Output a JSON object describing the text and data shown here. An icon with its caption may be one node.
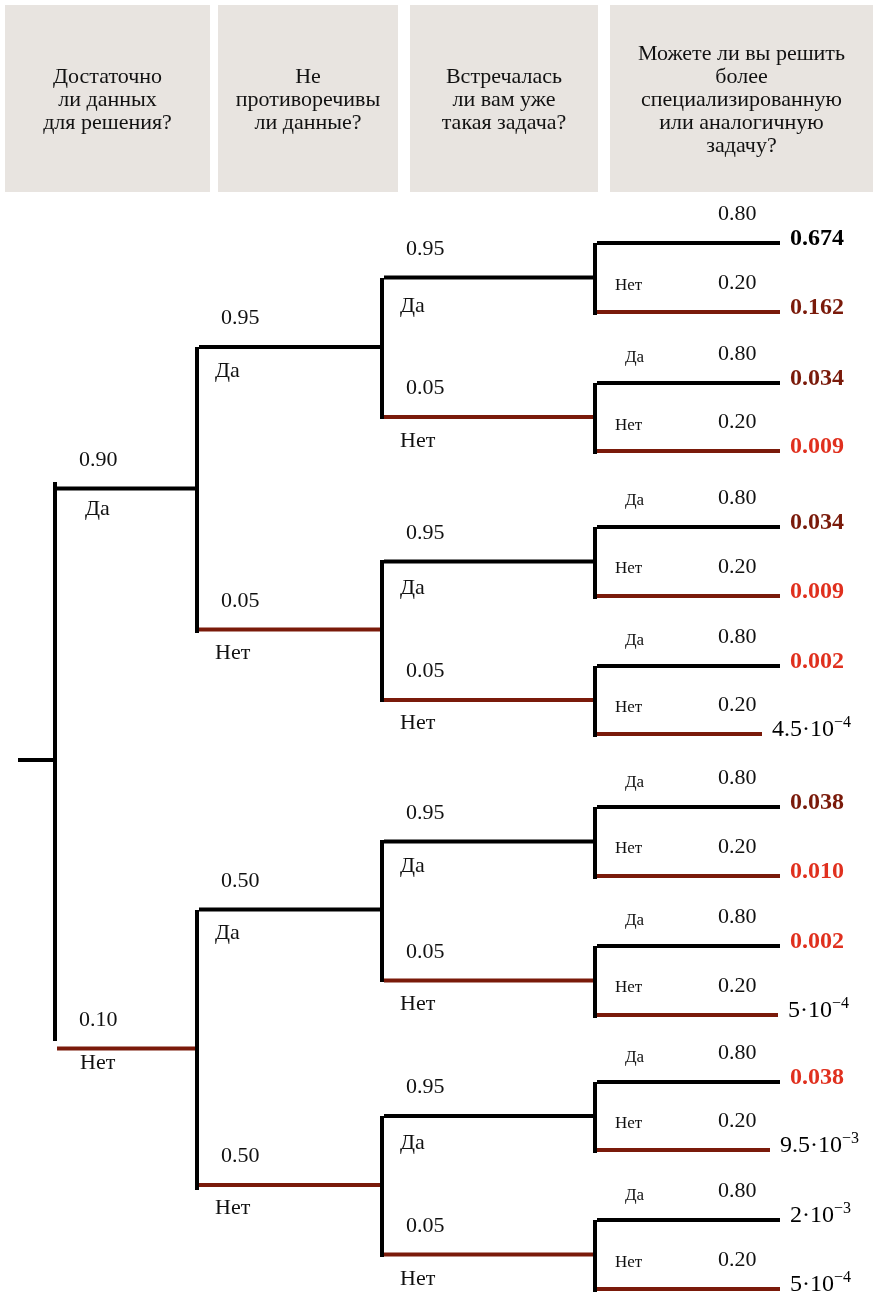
{
  "diagram": {
    "nodes": [
      {
        "text": [
          "Достаточно ли данных для решения?"
        ]
      },
      {
        "text": [
          "Не противоречивы ли данные?"
        ]
      },
      {
        "text": [
          "Встречалась ли вам уже такая задача?"
        ]
      },
      {
        "text": [
          "Можете ли вы решить более специализированную или аналогичную задачу?"
        ]
      },
      {
        "text": [],
        "shape": "bar"
      },
      {
        "text": [],
        "shape": "bar"
      },
      {
        "text": [],
        "shape": "bar"
      },
      {
        "text": [],
        "shape": "bar"
      },
      {
        "text": [
          "0.674"
        ]
      },
      {
        "text": [
          "0.162"
        ]
      },
      {
        "text": [],
        "shape": "bar"
      },
      {
        "text": [
          "0.034"
        ]
      },
      {
        "text": [
          "0.009"
        ]
      },
      {
        "text": [],
        "shape": "bar"
      },
      {
        "text": [],
        "shape": "bar"
      },
      {
        "text": [
          "0.034"
        ]
      },
      {
        "text": [
          "0.009"
        ]
      },
      {
        "text": [],
        "shape": "bar"
      },
      {
        "text": [
          "0.002"
        ]
      },
      {
        "text": [
          "4.5·10$^{−4}$"
        ]
      },
      {
        "text": [],
        "shape": "bar"
      },
      {
        "text": [],
        "shape": "bar"
      },
      {
        "text": [],
        "shape": "bar"
      },
      {
        "text": [
          "0.038"
        ]
      },
      {
        "text": [
          "0.010"
        ]
      },
      {
        "text": [],
        "shape": "bar"
      },
      {
        "text": [
          "0.002"
        ]
      },
      {
        "text": [
          "5·10$^{−4}$"
        ]
      },
      {
        "text": [],
        "shape": "bar"
      },
      {
        "text": [],
        "shape": "bar"
      },
      {
        "text": [
          "0.038"
        ]
      },
      {
        "text": [
          "9.5·10$^{−3}$"
        ]
      },
      {
        "text": [],
        "shape": "bar"
      },
      {
        "text": [
          "2·10$^{−3}$"
        ]
      },
      {
        "text": [
          "5·10$^{−4}$"
        ]
      }
    ],
    "edges": [
      {
        "from": null,
        "to": 4,
        "arrow": "none"
      },
      {
        "from": 4,
        "to": 5,
        "arrow": "none",
        "label": "0.90"
      },
      {
        "from": 5,
        "to": 6,
        "arrow": "none",
        "label": "0.95"
      },
      {
        "from": 6,
        "to": 7,
        "arrow": "none",
        "label": "0.95"
      },
      {
        "from": 7,
        "to": 8,
        "arrow": "none",
        "label": "0.80"
      },
      {
        "from": 7,
        "to": 9,
        "arrow": "none",
        "label": "0.20",
        "color": "#7a1a0a"
      },
      {
        "from": 6,
        "to": 10,
        "arrow": "none",
        "label": "0.05",
        "color": "#7a1a0a"
      },
      {
        "from": 10,
        "to": 11,
        "arrow": "none",
        "label": "0.80"
      },
      {
        "from": 10,
        "to": 12,
        "arrow": "none",
        "label": "0.20",
        "color": "#7a1a0a"
      },
      {
        "from": 5,
        "to": 13,
        "arrow": "none",
        "label": "0.05",
        "color": "#7a1a0a"
      },
      {
        "from": 13,
        "to": 14,
        "arrow": "none",
        "label": "0.95"
      },
      {
        "from": 14,
        "to": 15,
        "arrow": "none",
        "label": "0.80"
      },
      {
        "from": 14,
        "to": 16,
        "arrow": "none",
        "label": "0.20",
        "color": "#7a1a0a"
      },
      {
        "from": 13,
        "to": 17,
        "arrow": "none",
        "label": "0.05",
        "color": "#7a1a0a"
      },
      {
        "from": 17,
        "to": 18,
        "arrow": "none",
        "label": "0.80"
      },
      {
        "from": 17,
        "to": 19,
        "arrow": "none",
        "label": "0.20",
        "color": "#7a1a0a"
      },
      {
        "from": 4,
        "to": 20,
        "arrow": "none",
        "label": "0.10",
        "color": "#7a1a0a"
      },
      {
        "from": 20,
        "to": 21,
        "arrow": "none",
        "label": "0.50"
      },
      {
        "from": 21,
        "to": 22,
        "arrow": "none",
        "label": "0.95"
      },
      {
        "from": 22,
        "to": 23,
        "arrow": "none",
        "label": "0.80"
      },
      {
        "from": 22,
        "to": 24,
        "arrow": "none",
        "label": "0.20",
        "color": "#7a1a0a"
      },
      {
        "from": 21,
        "to": 25,
        "arrow": "none",
        "label": "0.05",
        "color": "#7a1a0a"
      },
      {
        "from": 25,
        "to": 26,
        "arrow": "none",
        "label": "0.80"
      },
      {
        "from": 25,
        "to": 27,
        "arrow": "none",
        "label": "0.20",
        "color": "#7a1a0a"
      },
      {
        "from": 20,
        "to": 28,
        "arrow": "none",
        "label": "0.50",
        "color": "#7a1a0a"
      },
      {
        "from": 28,
        "to": 29,
        "arrow": "none",
        "label": "0.95"
      },
      {
        "from": 29,
        "to": 30,
        "arrow": "none",
        "label": "0.80"
      },
      {
        "from": 29,
        "to": 31,
        "arrow": "none",
        "label": "0.20",
        "color": "#7a1a0a"
      },
      {
        "from": 28,
        "to": 32,
        "arrow": "none",
        "label": "0.05",
        "color": "#7a1a0a"
      },
      {
        "from": 32,
        "to": 33,
        "arrow": "none",
        "label": "0.80"
      },
      {
        "from": 32,
        "to": 34,
        "arrow": "none",
        "label": "0.20",
        "color": "#7a1a0a"
      }
    ],
    "labels": [
      "Да",
      "Да",
      "Да",
      "Нет",
      "Нет",
      "Да",
      "Нет",
      "Нет",
      "Да",
      "Да",
      "Нет",
      "Нет",
      "Да",
      "Нет",
      "Нет",
      "Да",
      "Да",
      "Да",
      "Нет",
      "Нет",
      "Да",
      "Нет",
      "Нет",
      "Да",
      "Да",
      "Нет",
      "Нет",
      "Да",
      "Нет"
    ]
  }
}
